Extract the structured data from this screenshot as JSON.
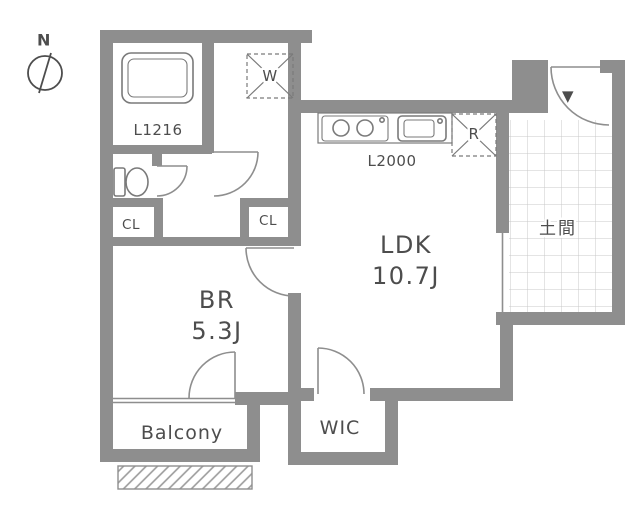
{
  "compass": {
    "label": "N"
  },
  "labels": {
    "bathroom": "L1216",
    "washer": "W",
    "kitchen_counter": "L2000",
    "fridge": "R",
    "entrance_hall": "土間",
    "closet_left": "CL",
    "closet_hall": "CL",
    "bedroom_name": "BR",
    "bedroom_size": "5.3J",
    "living_name": "LDK",
    "living_size": "10.7J",
    "walk_in_closet": "WIC",
    "balcony": "Balcony",
    "entrance_marker": "▼"
  },
  "colors": {
    "wall": "#8e8e8e",
    "text": "#4d4d4d",
    "tile_line": "#c8c8c8",
    "fixture_line": "#7a7a7a"
  }
}
